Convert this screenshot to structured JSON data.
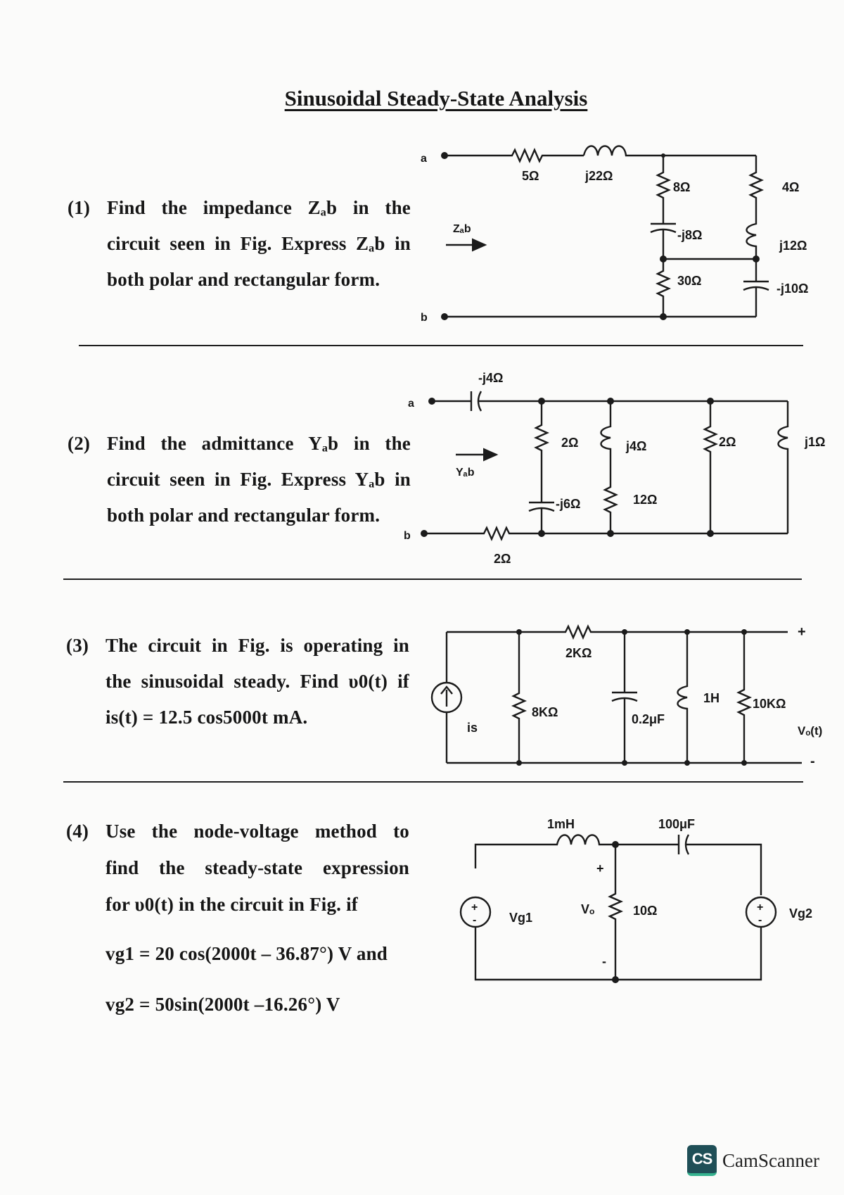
{
  "document": {
    "title": "Sinusoidal Steady-State Analysis"
  },
  "problems": [
    {
      "number": "(1)",
      "lines": [
        "Find the impedance Zₐb in the",
        "circuit seen in Fig. Express Zₐb in",
        "both polar and rectangular form."
      ],
      "figure": {
        "terminal_a": "a",
        "terminal_b": "b",
        "arrow_label": "Zₐb",
        "components": [
          "5Ω",
          "j22Ω",
          "8Ω",
          "-j8Ω",
          "30Ω",
          "4Ω",
          "j12Ω",
          "-j10Ω"
        ]
      }
    },
    {
      "number": "(2)",
      "lines": [
        "Find the admittance Yₐb in the",
        "circuit seen in Fig. Express Yₐb in",
        "both polar and rectangular form."
      ],
      "figure": {
        "terminal_a": "a",
        "terminal_b": "b",
        "arrow_label": "Yₐb",
        "components": [
          "-j4Ω",
          "2Ω",
          "-j6Ω",
          "j4Ω",
          "12Ω",
          "2Ω",
          "j1Ω",
          "2Ω"
        ]
      }
    },
    {
      "number": "(3)",
      "lines": [
        "The circuit in Fig. is operating in",
        "the sinusoidal steady. Find υ0(t) if",
        "is(t) = 12.5 cos5000t mA."
      ],
      "figure": {
        "source_label": "is",
        "components": [
          "2KΩ",
          "8KΩ",
          "0.2μF",
          "1H",
          "10KΩ"
        ],
        "plus": "+",
        "minus": "-",
        "output_label": "Vₒ(t)"
      }
    },
    {
      "number": "(4)",
      "lines": [
        "Use the node-voltage method to",
        "find the steady-state expression",
        "for υ0(t) in the circuit in Fig. if",
        "vg1 = 20 cos(2000t – 36.87°) V and",
        "vg2 = 50sin(2000t –16.26°) V"
      ],
      "figure": {
        "components": [
          "1mH",
          "100μF",
          "10Ω"
        ],
        "vg1_label": "Vg1",
        "vg2_label": "Vg2",
        "vo_label": "Vₒ",
        "plus": "+",
        "minus": "-",
        "src_plus": "+",
        "src_minus": "-"
      }
    }
  ],
  "watermark": {
    "logo": "CS",
    "name": "CamScanner"
  }
}
